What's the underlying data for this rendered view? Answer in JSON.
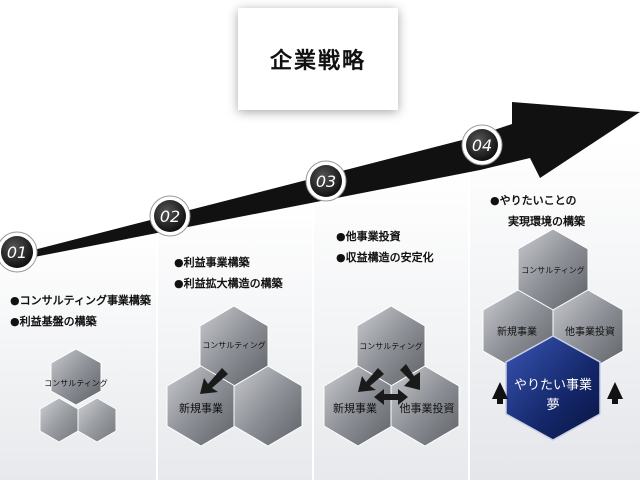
{
  "title": "企業戦略",
  "steps": [
    {
      "number": "01",
      "bullets": [
        "●コンサルティング事業構築",
        "●利益基盤の構築"
      ],
      "hexes": [
        "コンサルティング"
      ]
    },
    {
      "number": "02",
      "bullets": [
        "●利益事業構築",
        "●利益拡大構造の構築"
      ],
      "hexes": [
        "コンサルティング",
        "新規事業"
      ]
    },
    {
      "number": "03",
      "bullets": [
        "●他事業投資",
        "●収益構造の安定化"
      ],
      "hexes": [
        "コンサルティング",
        "新規事業",
        "他事業投資"
      ]
    },
    {
      "number": "04",
      "bullets": [
        "●やりたいことの",
        "実現環境の構築"
      ],
      "hexes": [
        "コンサルティング",
        "新規事業",
        "他事業投資",
        "やりたい事業",
        "夢"
      ]
    }
  ],
  "colors": {
    "panel": "#eceef1",
    "hex": "#8a8d93",
    "highlight_hex": "#1a2f7a",
    "arrow": "#111111"
  }
}
